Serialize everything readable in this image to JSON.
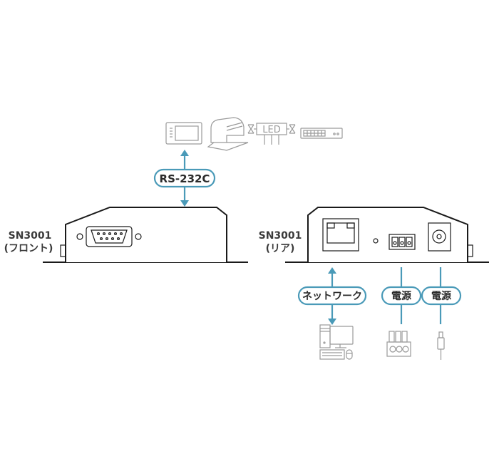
{
  "colors": {
    "accent": "#4a9ab8",
    "device_outline": "#9a9a9a",
    "hardware": "#1a1a1a",
    "label": "#3a3a3a"
  },
  "front": {
    "model": "SN3001",
    "side": "(フロント)",
    "port_label": "RS-232C"
  },
  "rear": {
    "model": "SN3001",
    "side": "(リア)",
    "network_label": "ネットワーク",
    "power_label_1": "電源",
    "power_label_2": "電源"
  },
  "serial_devices": {
    "led_text": "LED",
    "icons": [
      "touch-panel-icon",
      "printer-icon",
      "led-sign-icon",
      "switch-icon"
    ]
  },
  "rear_devices": {
    "icons": [
      "computer-icon",
      "terminal-block-icon",
      "dc-plug-icon"
    ]
  }
}
